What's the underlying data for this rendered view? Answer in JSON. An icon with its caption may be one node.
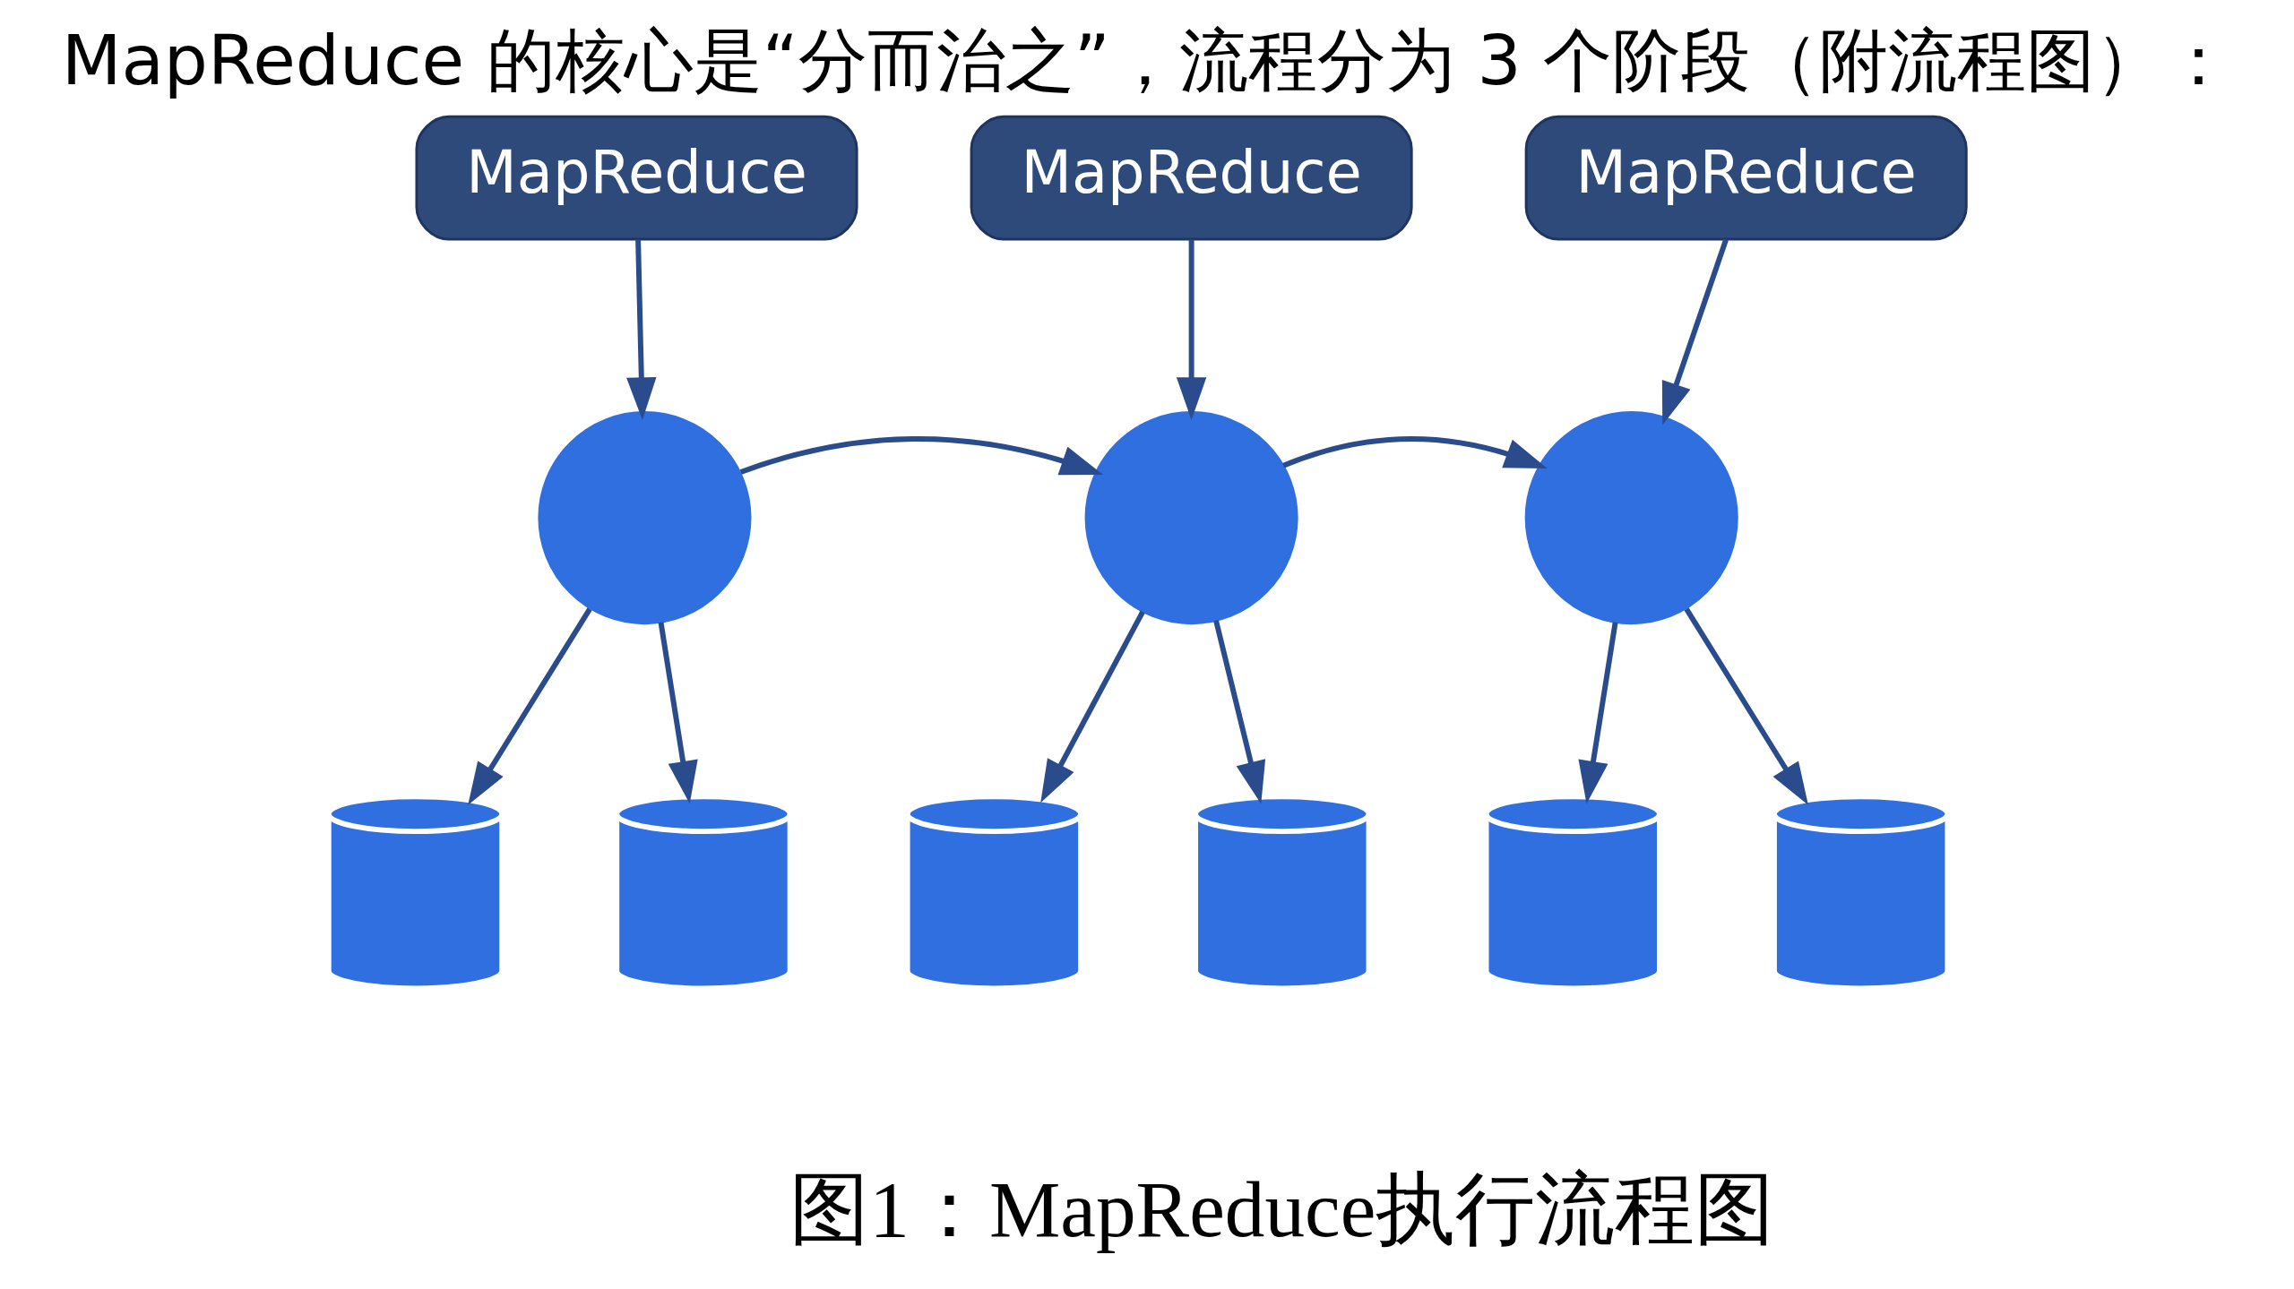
{
  "diagram": {
    "title": "MapReduce 的核心是“分而治之”，流程分为 3 个阶段（附流程图）：",
    "caption": "图1：MapReduce执行流程图",
    "nodes": [
      {
        "text": [
          "MapReduce"
        ]
      },
      {
        "text": [
          "MapReduce"
        ]
      },
      {
        "text": [
          "MapReduce"
        ]
      },
      {
        "text": [],
        "shape": "circle"
      },
      {
        "text": [],
        "shape": "circle"
      },
      {
        "text": [],
        "shape": "circle"
      },
      {
        "text": [],
        "shape": "cylinder"
      },
      {
        "text": [],
        "shape": "cylinder"
      },
      {
        "text": [],
        "shape": "cylinder"
      },
      {
        "text": [],
        "shape": "cylinder"
      },
      {
        "text": [],
        "shape": "cylinder"
      },
      {
        "text": [],
        "shape": "cylinder"
      }
    ],
    "edges": [
      {
        "from": 0,
        "to": 3,
        "arrow": "to"
      },
      {
        "from": 1,
        "to": 4,
        "arrow": "to"
      },
      {
        "from": 2,
        "to": 5,
        "arrow": "to"
      },
      {
        "from": 3,
        "to": 4,
        "arrow": "to"
      },
      {
        "from": 4,
        "to": 5,
        "arrow": "to"
      },
      {
        "from": 3,
        "to": 6,
        "arrow": "to"
      },
      {
        "from": 3,
        "to": 7,
        "arrow": "to"
      },
      {
        "from": 4,
        "to": 8,
        "arrow": "to"
      },
      {
        "from": 4,
        "to": 9,
        "arrow": "to"
      },
      {
        "from": 5,
        "to": 10,
        "arrow": "to"
      },
      {
        "from": 5,
        "to": 11,
        "arrow": "to"
      }
    ]
  }
}
